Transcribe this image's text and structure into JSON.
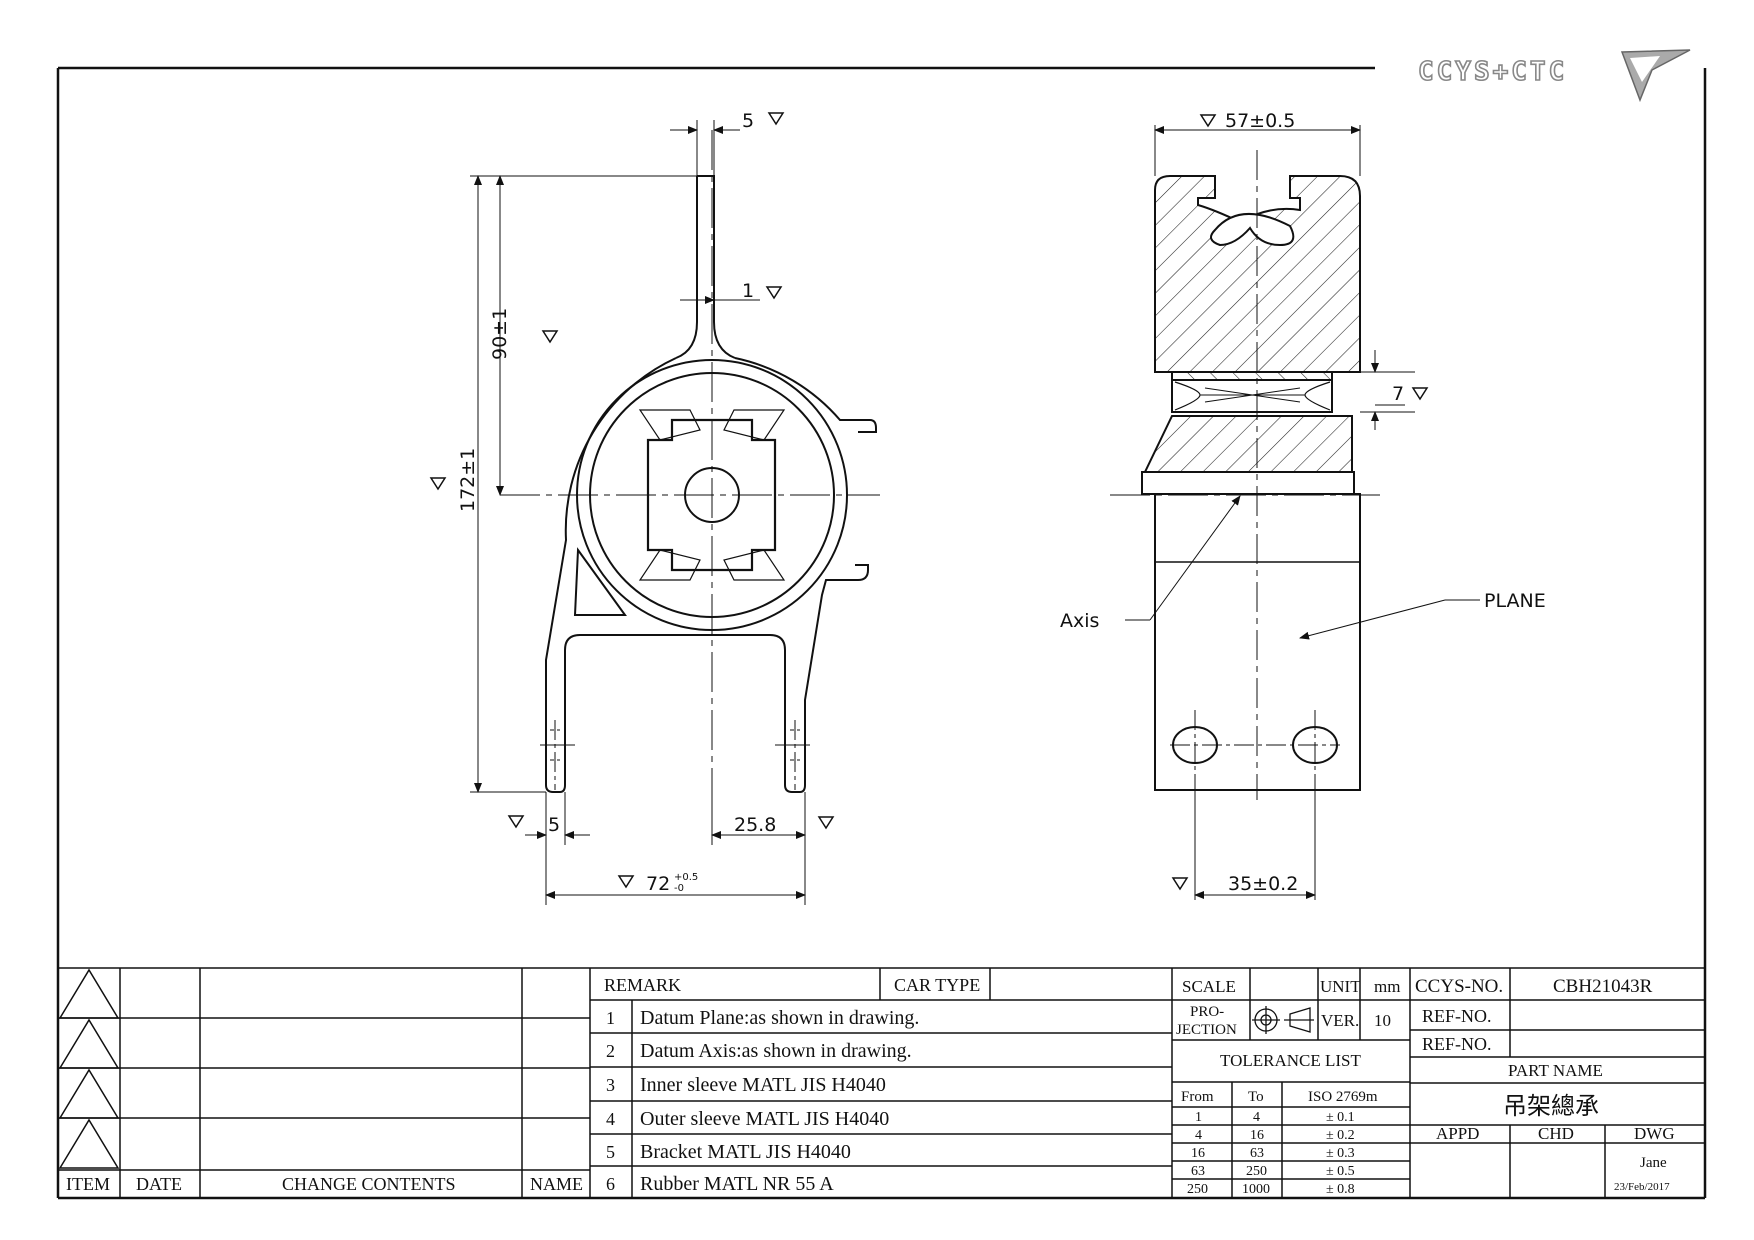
{
  "brand": {
    "logo_text": "CCYS+CTC"
  },
  "front_view": {
    "dims": {
      "thickness_top": "5",
      "web_thickness": "1",
      "height_to_center": "90±1",
      "total_height": "172±1",
      "foot_thickness": "5",
      "half_span": "25.8",
      "total_width": "72",
      "total_width_tol_plus": "+0.5",
      "total_width_tol_minus": "-0"
    }
  },
  "side_view": {
    "dims": {
      "width": "57±0.5",
      "sleeve_gap": "7",
      "hole_spacing": "35±0.2"
    },
    "labels": {
      "axis": "Axis",
      "plane": "PLANE"
    }
  },
  "revision_table": {
    "headers": {
      "item": "ITEM",
      "date": "DATE",
      "change_contents": "CHANGE CONTENTS",
      "name": "NAME"
    }
  },
  "remarks": {
    "header": "REMARK",
    "car_type_label": "CAR TYPE",
    "items": [
      {
        "no": "1",
        "text": "Datum Plane:as shown in drawing."
      },
      {
        "no": "2",
        "text": "Datum Axis:as shown in drawing."
      },
      {
        "no": "3",
        "text": "Inner sleeve MATL JIS H4040"
      },
      {
        "no": "4",
        "text": "Outer sleeve MATL JIS H4040"
      },
      {
        "no": "5",
        "text": "Bracket MATL JIS H4040"
      },
      {
        "no": "6",
        "text": "Rubber MATL NR 55 A"
      }
    ]
  },
  "title_block": {
    "scale_label": "SCALE",
    "unit_label": "UNIT",
    "unit_value": "mm",
    "projection_label_1": "PRO-",
    "projection_label_2": "JECTION",
    "ver_label": "VER.",
    "ver_value": "10",
    "ccys_no_label": "CCYS-NO.",
    "ccys_no_value": "CBH21043R",
    "ref_no_label_1": "REF-NO.",
    "ref_no_label_2": "REF-NO.",
    "part_name_label": "PART NAME",
    "part_name_value": "吊架總承",
    "appd_label": "APPD",
    "chd_label": "CHD",
    "dwg_label": "DWG",
    "dwg_name": "Jane",
    "dwg_date": "23/Feb/2017"
  },
  "tolerance_list": {
    "title": "TOLERANCE LIST",
    "headers": {
      "from": "From",
      "to": "To",
      "iso": "ISO 2769m"
    },
    "rows": [
      {
        "from": "1",
        "to": "4",
        "tol": "± 0.1"
      },
      {
        "from": "4",
        "to": "16",
        "tol": "± 0.2"
      },
      {
        "from": "16",
        "to": "63",
        "tol": "± 0.3"
      },
      {
        "from": "63",
        "to": "250",
        "tol": "± 0.5"
      },
      {
        "from": "250",
        "to": "1000",
        "tol": "± 0.8"
      }
    ]
  }
}
